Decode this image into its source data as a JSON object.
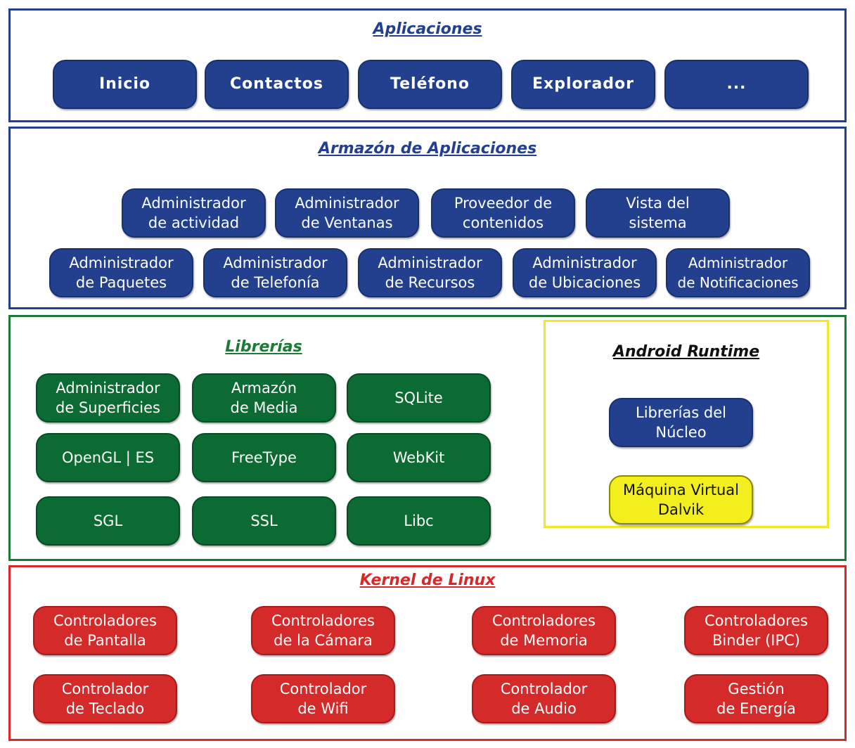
{
  "colors": {
    "blue_border": "#23408e",
    "green_border": "#1b7a34",
    "yellow_border": "#f0e82a",
    "red_border": "#d52a2a",
    "blue_box": "#23408e",
    "green_box": "#0b6b33",
    "red_box": "#d52a2a",
    "yellow_box": "#f3ef1e"
  },
  "aplicaciones": {
    "title": "Aplicaciones",
    "items": [
      "Inicio",
      "Contactos",
      "Teléfono",
      "Explorador",
      "..."
    ]
  },
  "armazon": {
    "title": "Armazón de Aplicaciones",
    "row1": [
      "Administrador\nde actividad",
      "Administrador\nde Ventanas",
      "Proveedor de\ncontenidos",
      "Vista del\nsistema"
    ],
    "row2": [
      "Administrador\nde Paquetes",
      "Administrador\nde Telefonía",
      "Administrador\nde Recursos",
      "Administrador\nde Ubicaciones",
      "Administrador\nde Notificaciones"
    ]
  },
  "librerias": {
    "title": "Librerías",
    "items": [
      "Administrador\nde Superficies",
      "Armazón\nde Media",
      "SQLite",
      "OpenGL | ES",
      "FreeType",
      "WebKit",
      "SGL",
      "SSL",
      "Libc"
    ]
  },
  "runtime": {
    "title": "Android Runtime",
    "core": "Librerías del\nNúcleo",
    "dalvik": "Máquina Virtual\nDalvik"
  },
  "kernel": {
    "title": "Kernel de Linux",
    "items": [
      "Controladores\nde Pantalla",
      "Controladores\nde la Cámara",
      "Controladores\nde Memoria",
      "Controladores\nBinder (IPC)",
      "Controlador\nde Teclado",
      "Controlador\nde Wifi",
      "Controlador\nde Audio",
      "Gestión\nde Energía"
    ]
  }
}
